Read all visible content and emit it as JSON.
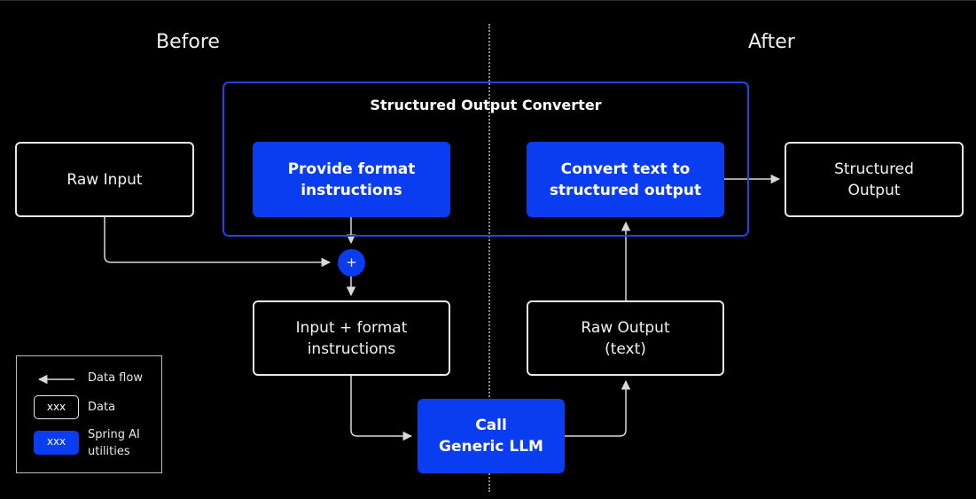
{
  "sections": {
    "before": "Before",
    "after": "After"
  },
  "converter": {
    "title": "Structured Output Converter",
    "provide_format": "Provide format\ninstructions",
    "convert_text": "Convert text to\nstructured  output"
  },
  "nodes": {
    "raw_input": "Raw Input",
    "structured_output": "Structured\nOutput",
    "input_format": "Input + format\ninstructions",
    "call_llm": "Call\nGeneric LLM",
    "raw_output": "Raw Output\n(text)",
    "plus": "+"
  },
  "legend": {
    "data_flow": "Data flow",
    "data": "Data",
    "data_box": "xxx",
    "util_box": "xxx",
    "spring_ai": "Spring AI\nutilities"
  },
  "colors": {
    "accent_blue": "#0a3cf0",
    "group_border": "#1d45f0",
    "edge": "#d9d9d9",
    "background": "#000000"
  }
}
